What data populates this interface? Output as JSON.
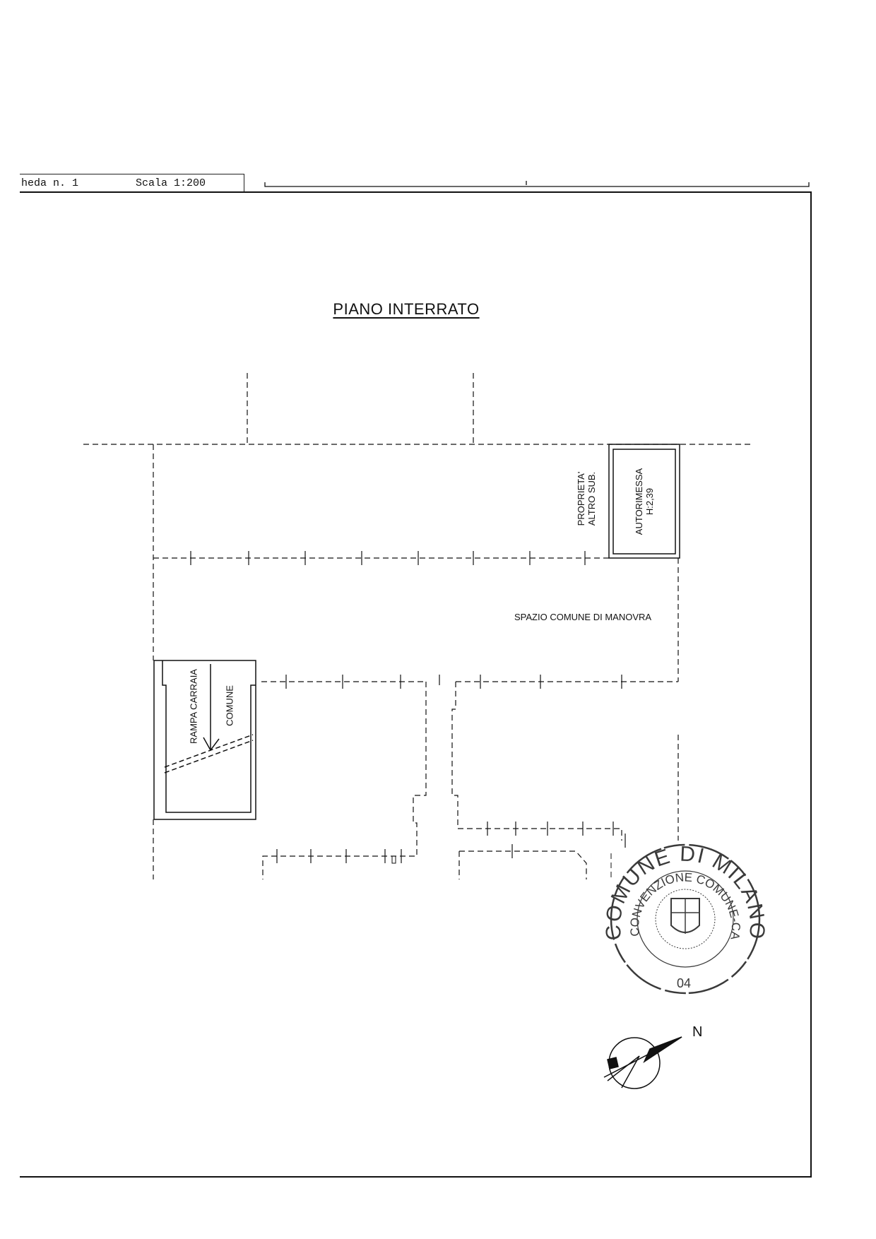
{
  "header": {
    "sheet": "heda n. 1",
    "scale": "Scala 1:200"
  },
  "title": "PIANO INTERRATO",
  "rooms": {
    "other_property": [
      "PROPRIETA'",
      "ALTRO SUB."
    ],
    "garage": [
      "AUTORIMESSA",
      "H:2,39"
    ],
    "maneuver_space": "SPAZIO COMUNE DI MANOVRA",
    "ramp": "RAMPA CARRAIA",
    "common": "COMUNE"
  },
  "stamp": {
    "outer_text": "COMUNE DI MILANO",
    "inner_text": "CONVENZIONE COMUNE-CATASTO",
    "number": "04"
  },
  "compass": {
    "label": "N"
  },
  "colors": {
    "ink": "#111111",
    "stamp": "#3a3a3a"
  }
}
